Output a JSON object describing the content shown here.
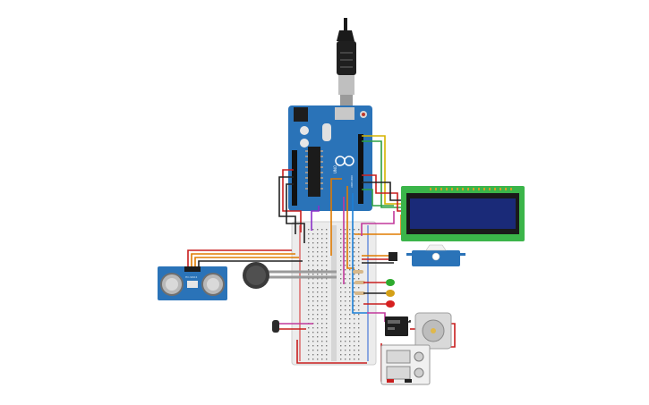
{
  "arduino": {
    "board_text": "UNO",
    "brand": "ARDUINO"
  },
  "ultrasonic": {
    "label": "HC-SR04"
  },
  "lcd": {
    "rows": 2,
    "cols": 16
  },
  "leds": [
    {
      "color": "#2eaa2e"
    },
    {
      "color": "#d4a017"
    },
    {
      "color": "#d62020"
    }
  ],
  "colors": {
    "board_blue": "#2a73b8",
    "wire_red": "#c81e1e",
    "wire_black": "#222222",
    "wire_orange": "#e07b00",
    "wire_purple": "#8b2fc9",
    "wire_pink": "#c2389b",
    "wire_green": "#2ea043",
    "wire_yellow": "#d6b400",
    "wire_blue": "#1b7fd6",
    "lcd_screen": "#1a2a78",
    "lcd_pcb": "#3bb54a",
    "breadboard": "#ececec"
  },
  "icons": [
    "usb-plug-icon",
    "motor-icon",
    "relay-icon"
  ]
}
